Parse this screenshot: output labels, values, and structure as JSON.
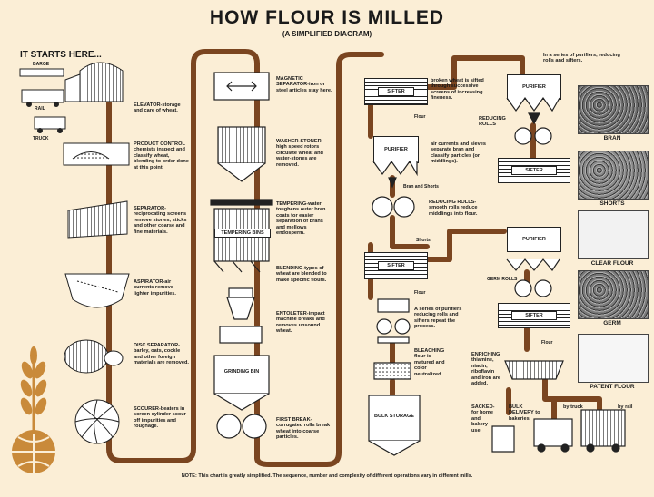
{
  "header": {
    "title": "HOW FLOUR IS MILLED",
    "subtitle": "(A SIMPLIFIED DIAGRAM)",
    "starts_here": "IT STARTS HERE..."
  },
  "transport": {
    "barge": "BARGE",
    "rail": "RAIL",
    "truck": "TRUCK"
  },
  "col1": {
    "elevator": "ELEVATOR-storage and care of wheat.",
    "product_control": "PRODUCT CONTROL chemists inspect and classify wheat, blending to order done at this point.",
    "separator": "SEPARATOR-reciprocating screens remove stones, sticks and other coarse and fine materials.",
    "aspirator": "ASPIRATOR-air currents remove lighter impurities.",
    "disc_separator": "DISC SEPARATOR-barley, oats, cockle and other foreign materials are removed.",
    "scourer": "SCOURER-beaters in screen cylinder scour off impurities and roughage."
  },
  "col2": {
    "magnetic": "MAGNETIC SEPARATOR-iron or steel articles stay here.",
    "washer": "WASHER-STONER high speed rotors circulate wheat and water-stones are removed.",
    "tempering": "TEMPERING-water toughens outer bran coats for easier separation of brans and mellows endosperm.",
    "tempering_bins": "TEMPERING BINS",
    "blending": "BLENDING-types of wheat are blended to make specific flours.",
    "entoleter": "ENTOLETER-impact machine breaks and removes unsound wheat.",
    "grinding_bin": "GRINDING BIN",
    "first_break": "FIRST BREAK-corrugated rolls break wheat into coarse particles."
  },
  "col3": {
    "sifter": "SIFTER",
    "sifter_text": "broken wheat is sifted through successive screens of increasing fineness.",
    "flour": "Flour",
    "purifier": "PURIFIER",
    "purifier_text": "air currents and sieves separate bran and classify particles (or middlings).",
    "bran_shorts": "Bran and Shorts",
    "reducing_rolls": "REDUCING ROLLS-smooth rolls reduce middlings into flour.",
    "shorts": "Shorts",
    "series_text": "A series of purifiers reducing rolls and sifters repeat the process.",
    "bleaching": "BLEACHING flour is matured and color neutralized",
    "bulk_storage": "BULK STORAGE"
  },
  "col4": {
    "series_top": "In a series of purifiers, reducing rolls and sifters.",
    "reducing_rolls": "REDUCING ROLLS",
    "germ_rolls": "GERM ROLLS",
    "enriching": "ENRICHING thiamine, niacin, riboflavin and iron are added.",
    "sacked": "SACKED-for home and bakery use.",
    "bulk_delivery": "BULK DELIVERY to bakeries",
    "by_truck": "by truck",
    "by_rail": "by rail"
  },
  "samples": [
    {
      "label": "BRAN",
      "color": "#6d6d6d"
    },
    {
      "label": "SHORTS",
      "color": "#8a8a8a"
    },
    {
      "label": "CLEAR FLOUR",
      "color": "#f2f2f2"
    },
    {
      "label": "GERM",
      "color": "#7a7a7a"
    },
    {
      "label": "PATENT FLOUR",
      "color": "#f6f6f6"
    }
  ],
  "note": "NOTE: This chart is greatly simplified. The sequence, number and complexity of different operations vary in different mills.",
  "colors": {
    "pipe": "#7a4520",
    "background": "#fbeed6",
    "wheat": "#c98a3a"
  }
}
